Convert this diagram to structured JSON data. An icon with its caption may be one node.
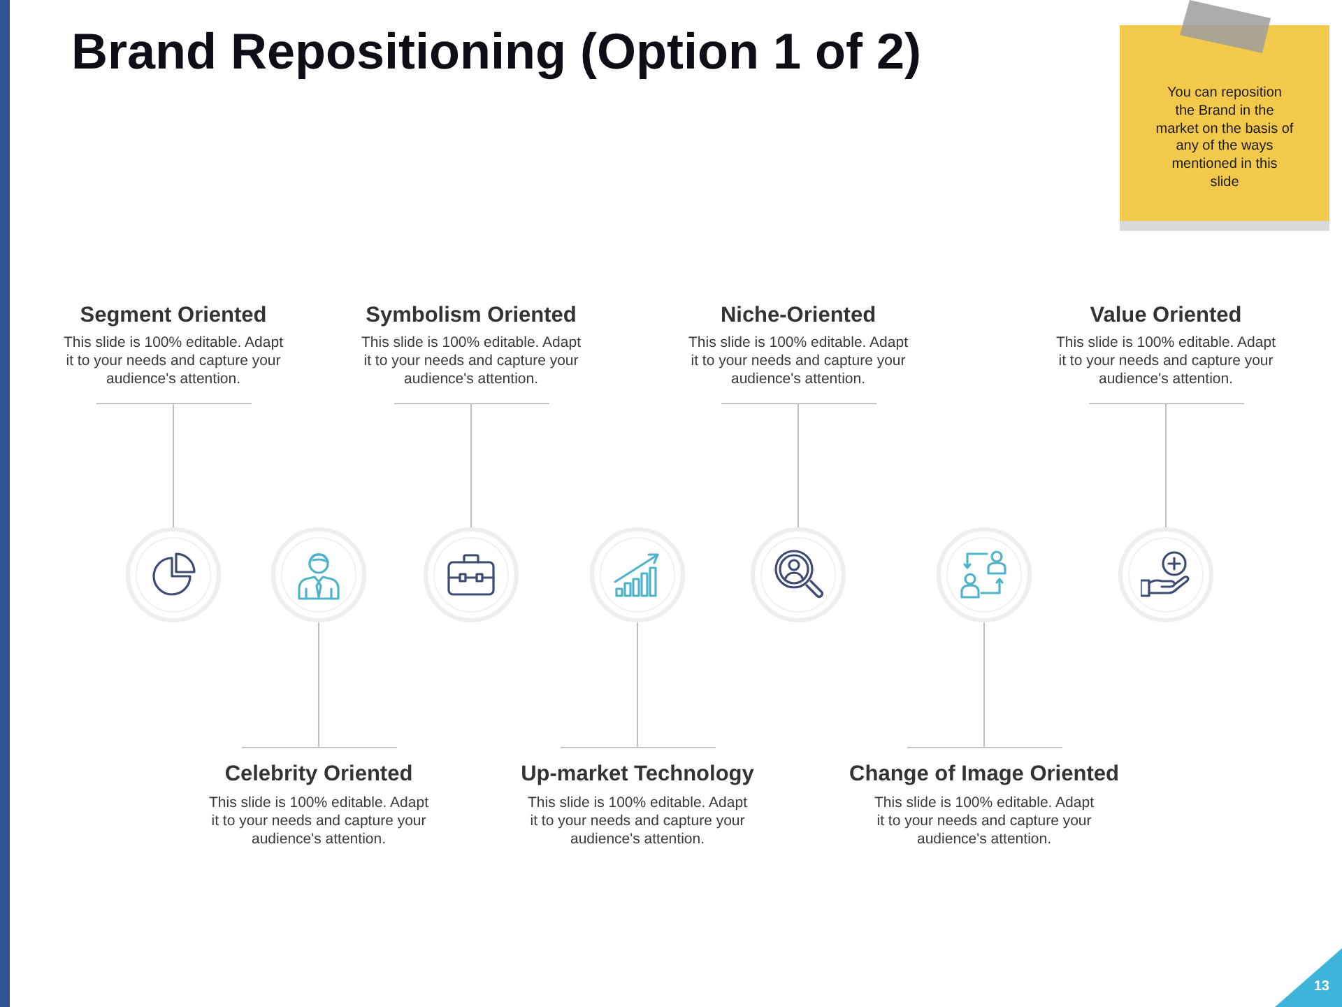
{
  "diagram": {
    "title": "Brand Repositioning (Option 1 of 2)",
    "nodes": [
      {
        "text": [
          "You can reposition the Brand in the market on the basis of any of the ways mentioned in this slide"
        ]
      },
      {
        "text": [
          "Segment Oriented",
          "This slide is 100% editable. Adapt it to your needs and capture your audience's attention."
        ]
      },
      {
        "text": [
          "Symbolism Oriented",
          "This slide is 100% editable. Adapt it to your needs and capture your audience's attention."
        ]
      },
      {
        "text": [
          "Niche-Oriented",
          "This slide is 100% editable. Adapt it to your needs and capture your audience's attention."
        ]
      },
      {
        "text": [
          "Value Oriented",
          "This slide is 100% editable. Adapt it to your needs and capture your audience's attention."
        ]
      },
      {
        "text": [],
        "shape": "circle"
      },
      {
        "text": [],
        "shape": "circle"
      },
      {
        "text": [],
        "shape": "circle"
      },
      {
        "text": [],
        "shape": "circle"
      },
      {
        "text": [],
        "shape": "circle"
      },
      {
        "text": [],
        "shape": "circle"
      },
      {
        "text": [],
        "shape": "circle"
      },
      {
        "text": [
          "Celebrity Oriented",
          "This slide is 100% editable. Adapt it to your needs and capture your audience's attention."
        ]
      },
      {
        "text": [
          "Up-market Technology",
          "This slide is 100% editable. Adapt it to your needs and capture your audience's attention."
        ]
      },
      {
        "text": [
          "Change of Image Oriented",
          "This slide is 100% editable. Adapt it to your needs and capture your audience's attention."
        ]
      }
    ],
    "edges": [
      {
        "from": 1,
        "to": 5,
        "arrow": "none"
      },
      {
        "from": 2,
        "to": 7,
        "arrow": "none"
      },
      {
        "from": 3,
        "to": 9,
        "arrow": "none"
      },
      {
        "from": 4,
        "to": 11,
        "arrow": "none"
      },
      {
        "from": 12,
        "to": 6,
        "arrow": "none"
      },
      {
        "from": 13,
        "to": 8,
        "arrow": "none"
      },
      {
        "from": 14,
        "to": 10,
        "arrow": "none"
      }
    ],
    "labels": [
      "13"
    ]
  }
}
